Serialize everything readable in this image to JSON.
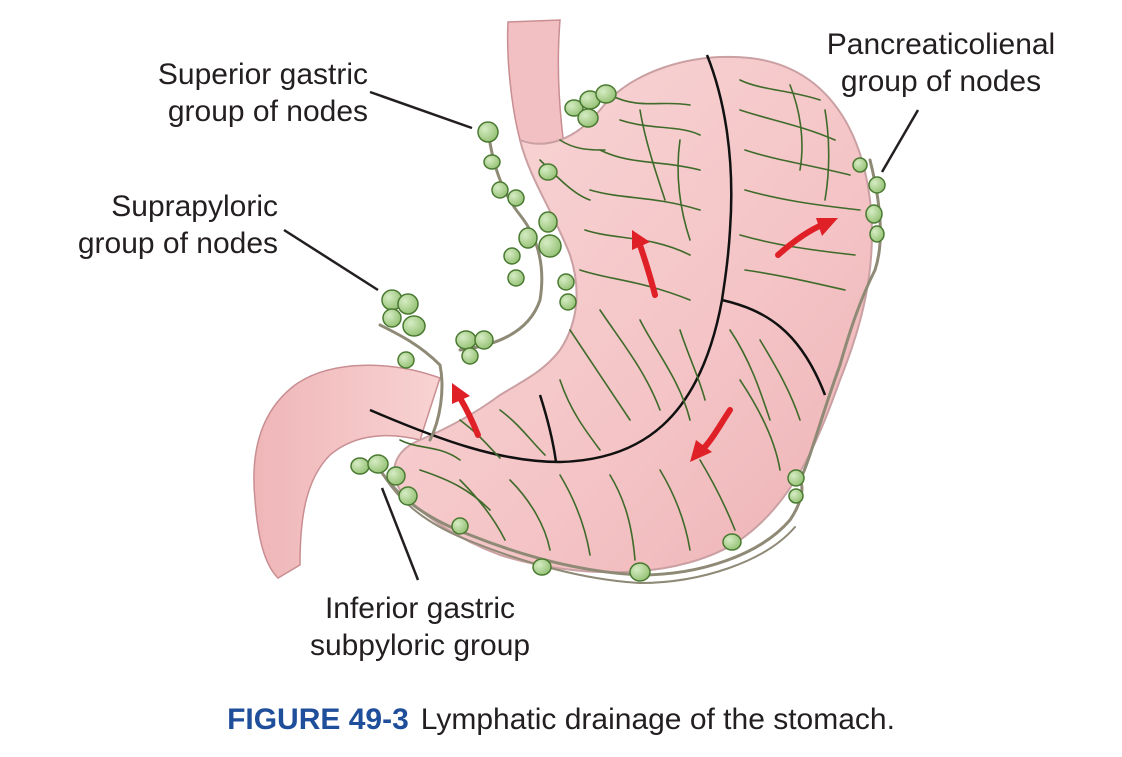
{
  "figure": {
    "labels": {
      "superior_gastric": [
        "Superior gastric",
        "group of nodes"
      ],
      "suprapyloric": [
        "Suprapyloric",
        "group of nodes"
      ],
      "pancreaticolienal": [
        "Pancreaticolienal",
        "group of nodes"
      ],
      "inferior_gastric": [
        "Inferior gastric",
        "subpyloric group"
      ]
    },
    "caption": {
      "label": "FIGURE 49-3",
      "text": "Lymphatic drainage of the stomach."
    }
  },
  "colors": {
    "stomach_fill": "#f6c9c9",
    "stomach_outline": "#9b7b7b",
    "vessel": "#3f6b2a",
    "node_fill": "#a9d18e",
    "node_outline": "#4a7a32",
    "arrow": "#e02027",
    "leader_line": "#231f20",
    "caption_label": "#1f4e9a"
  },
  "icons": {
    "flow_arrow": "red-curved-arrow-icon",
    "lymph_node": "green-oval-node-icon"
  }
}
